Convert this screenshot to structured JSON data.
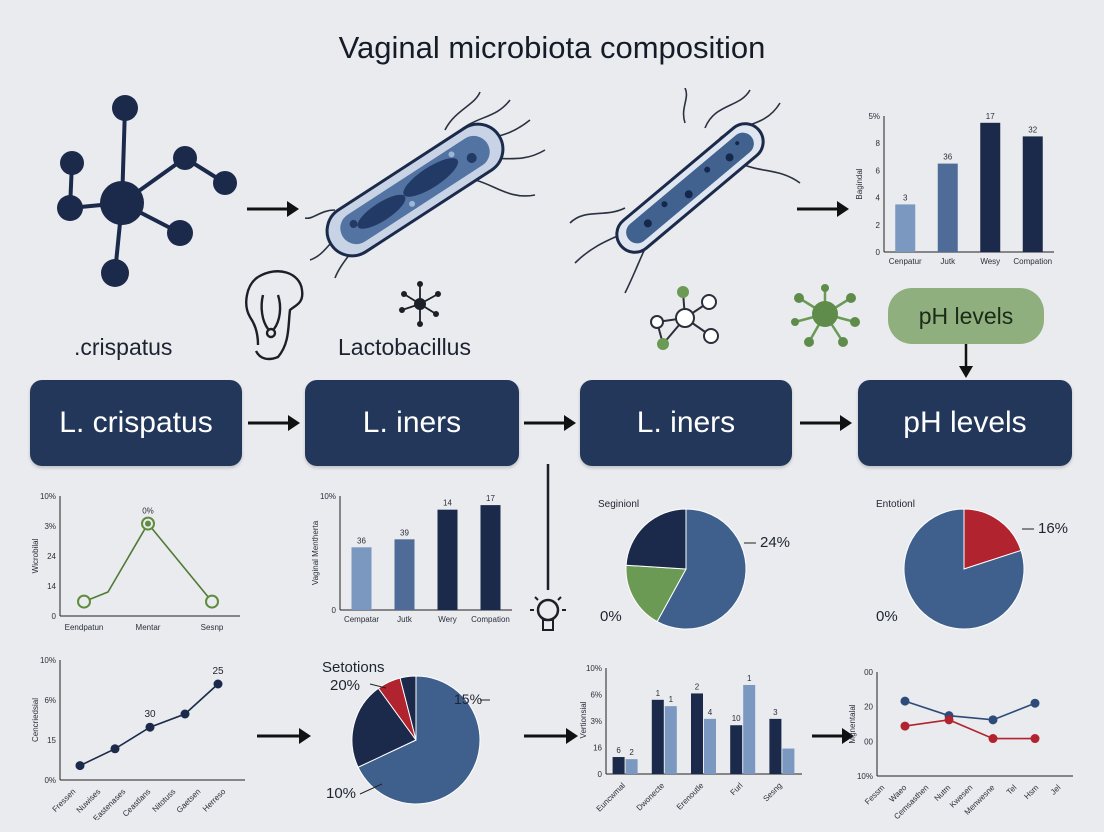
{
  "title": "Vaginal microbiota composition",
  "labels": {
    "crispatus_label": ".crispatus",
    "lactobacillus_label": "Lactobacillus",
    "ph_pill": "pH levels"
  },
  "flow_boxes": [
    "L. crispatus",
    "L. iners",
    "L. iners",
    "pH levels"
  ],
  "colors": {
    "navy": "#1b2a4a",
    "blue": "#3f5f8c",
    "light_blue": "#7b98c0",
    "green": "#6b9a55",
    "red": "#b0232f",
    "box": "#23375a"
  },
  "icons": [
    "molecule-icon",
    "rod-bacterium-icon",
    "rod-bacterium-icon",
    "arrow-right-icon",
    "arrow-down-icon",
    "lightbulb-icon",
    "face-outline-icon",
    "network-icon"
  ],
  "chart_data": [
    {
      "id": "top-right-bar",
      "type": "bar",
      "ylabel": "Bagindal",
      "yticks": [
        "0",
        "2",
        "4",
        "6",
        "8",
        "5%"
      ],
      "categories": [
        "Cenpatur",
        "Jutk",
        "Wesy",
        "Compation"
      ],
      "values": [
        3.5,
        6.5,
        9.5,
        8.5
      ],
      "value_labels": [
        "3",
        "36",
        "17",
        "32"
      ],
      "colors": [
        "#7b98c0",
        "#4f6c98",
        "#1b2a4a",
        "#1b2a4a"
      ],
      "ylim": [
        0,
        10
      ]
    },
    {
      "id": "mid-left-line",
      "type": "line",
      "ylabel": "Wicrobilal",
      "yticks": [
        "0",
        "14",
        "24",
        "3%",
        "10%"
      ],
      "categories": [
        "Eendpatun",
        "Mentar",
        "Sesnp"
      ],
      "values": [
        12,
        77,
        12
      ],
      "point_label": "0%",
      "ylim": [
        0,
        100
      ]
    },
    {
      "id": "mid-center-bar",
      "type": "bar",
      "ylabel": "Vaginal Mentherta",
      "yticks": [
        "0",
        "10%"
      ],
      "categories": [
        "Cempatar",
        "Jutk",
        "Wery",
        "Compation"
      ],
      "values": [
        55,
        62,
        88,
        92
      ],
      "value_labels": [
        "36",
        "39",
        "14",
        "17"
      ],
      "colors": [
        "#7b98c0",
        "#4f6c98",
        "#1b2a4a",
        "#1b2a4a"
      ],
      "ylim": [
        0,
        100
      ]
    },
    {
      "id": "mid-right-pie-1",
      "type": "pie",
      "title": "Seginionl",
      "values": [
        58,
        18,
        24
      ],
      "labels": [
        "24%",
        "0%"
      ],
      "colors": [
        "#3f5f8c",
        "#6b9a55",
        "#1b2a4a"
      ]
    },
    {
      "id": "mid-right-pie-2",
      "type": "pie",
      "title": "Entotionl",
      "values": [
        20,
        80
      ],
      "labels": [
        "16%",
        "0%"
      ],
      "colors": [
        "#b0232f",
        "#3f5f8c"
      ]
    },
    {
      "id": "bottom-left-line",
      "type": "line",
      "ylabel": "Cencriedsial",
      "yticks": [
        "0%",
        "15",
        "6%",
        "10%"
      ],
      "categories": [
        "Fressen",
        "Nuwises",
        "Eastenases",
        "Ceastlans",
        "Nitotuss",
        "Gaetsen",
        "Herreso"
      ],
      "values": [
        12,
        26,
        44,
        55,
        80
      ],
      "point_labels": [
        "30",
        "25"
      ],
      "ylim": [
        0,
        100
      ]
    },
    {
      "id": "bottom-center-pie",
      "type": "pie",
      "title": "Setotions",
      "values": [
        68,
        22,
        6,
        4
      ],
      "labels": [
        "20%",
        "15%",
        "10%"
      ],
      "colors": [
        "#3f5f8c",
        "#1b2a4a",
        "#b0232f",
        "#1b2a4a"
      ]
    },
    {
      "id": "bottom-right-bar",
      "type": "bar",
      "ylabel": "Vertionsial",
      "yticks": [
        "0",
        "16",
        "3%",
        "6%",
        "10%"
      ],
      "categories": [
        "Euncwmal",
        "Dwonecte",
        "Erenoutle",
        "Furl",
        "Sesng"
      ],
      "series": [
        {
          "name": "",
          "values": [
            16,
            70,
            76,
            46,
            52
          ]
        },
        {
          "name": "",
          "values": [
            14,
            64,
            52,
            84,
            24
          ]
        }
      ],
      "value_labels": [
        "6",
        "2",
        "1",
        "1",
        "2",
        "4",
        "10",
        "1",
        "3"
      ],
      "ylim": [
        0,
        100
      ]
    },
    {
      "id": "bottom-far-right-line",
      "type": "line",
      "ylabel": "Mgnentalal",
      "yticks": [
        "10%",
        "00",
        "20",
        "00"
      ],
      "categories": [
        "Fessm",
        "Waeo",
        "Cemsasthen",
        "Nutm",
        "Kwesen",
        "Menwesne",
        "Tel",
        "Hsm",
        "Jel"
      ],
      "series": [
        {
          "name": "",
          "values": [
            72,
            58,
            54,
            70
          ]
        },
        {
          "name": "",
          "values": [
            48,
            54,
            36,
            36
          ]
        }
      ],
      "ylim": [
        0,
        100
      ]
    }
  ]
}
